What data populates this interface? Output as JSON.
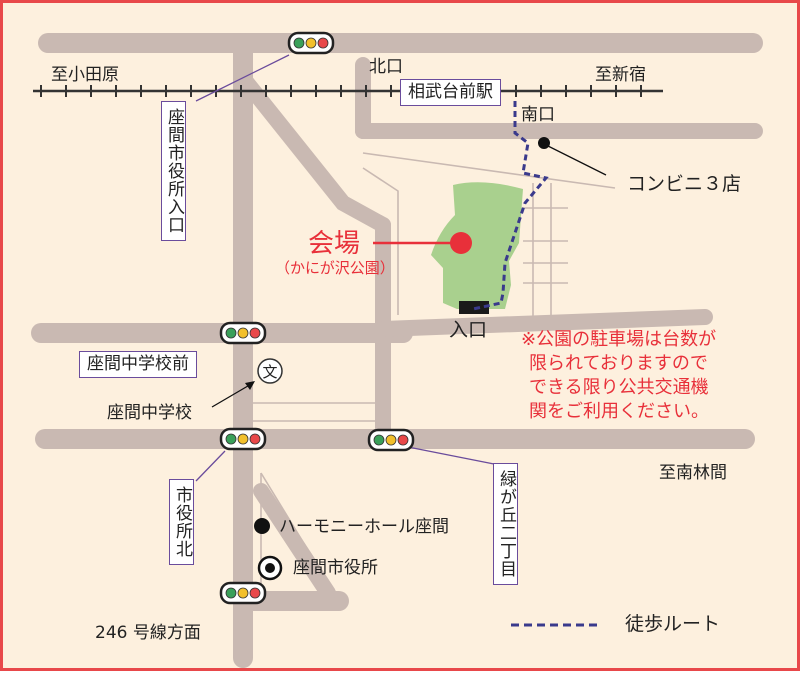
{
  "map": {
    "labels": {
      "to_odawara": "至小田原",
      "to_shinjuku": "至新宿",
      "north_exit": "北口",
      "station": "相武台前駅",
      "south_exit": "南口",
      "convenience": "コンビニ３店",
      "venue": "会場",
      "venue_sub": "（かにが沢公園）",
      "entrance": "入口",
      "notice": [
        "※公園の駐車場は台数が",
        "限られておりますので",
        "できる限り公共交通機",
        "関をご利用ください。"
      ],
      "city_hall_entrance": "座間市役所入口",
      "zama_jhs_front": "座間中学校前",
      "school_symbol": "文",
      "zama_jhs": "座間中学校",
      "to_minamirinkan": "至南林間",
      "city_hall_north": "市役所北",
      "midorigaoka": "緑が丘二丁目",
      "harmony_hall": "ハーモニーホール座間",
      "city_hall": "座間市役所",
      "route246": "246 号線方面",
      "walking_route": "徒歩ルート"
    },
    "colors": {
      "background": "#fdf0de",
      "border": "#e8484a",
      "road": "#c9b9b2",
      "park": "#a9d08e",
      "venue_marker": "#e8303a",
      "route": "#3a3a8c",
      "label_border": "#6a4c9c",
      "notice_text": "#e8303a"
    }
  }
}
